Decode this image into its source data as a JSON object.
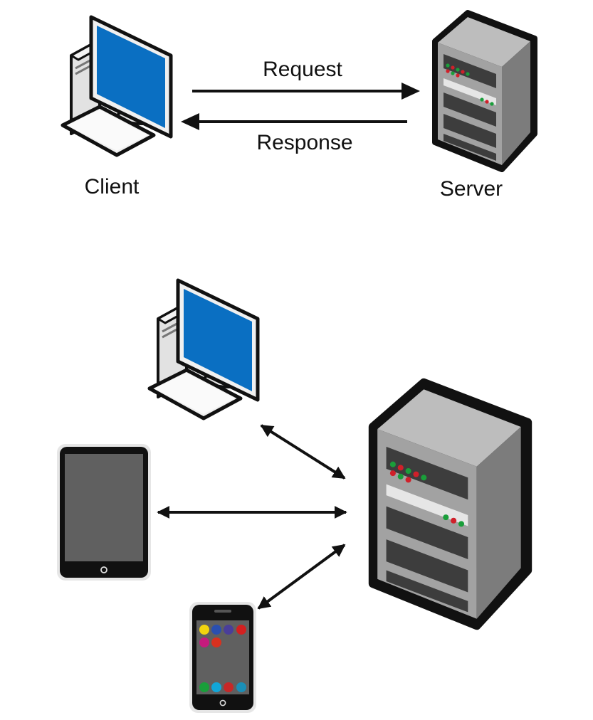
{
  "top": {
    "client_label": "Client",
    "server_label": "Server",
    "request_label": "Request",
    "response_label": "Response"
  },
  "colors": {
    "screen": "#0a6fc2",
    "outline": "#111111",
    "server_body": "#9e9e9e",
    "server_side": "#7c7c7c",
    "server_top": "#b8b8b8",
    "device_body": "#111111",
    "device_screen": "#606060",
    "led_green": "#1a9e3a",
    "led_red": "#d0202a"
  },
  "phone_app_colors": [
    "#f2d40f",
    "#2a4fb0",
    "#4a3e9a",
    "#d32020",
    "#c51b7d",
    "#d8311f",
    "#1a9e3a",
    "#12a6d8",
    "#c62828",
    "#1a8fb8"
  ],
  "icons": [
    "desktop-computer-icon",
    "server-tower-icon",
    "tablet-icon",
    "smartphone-icon"
  ]
}
